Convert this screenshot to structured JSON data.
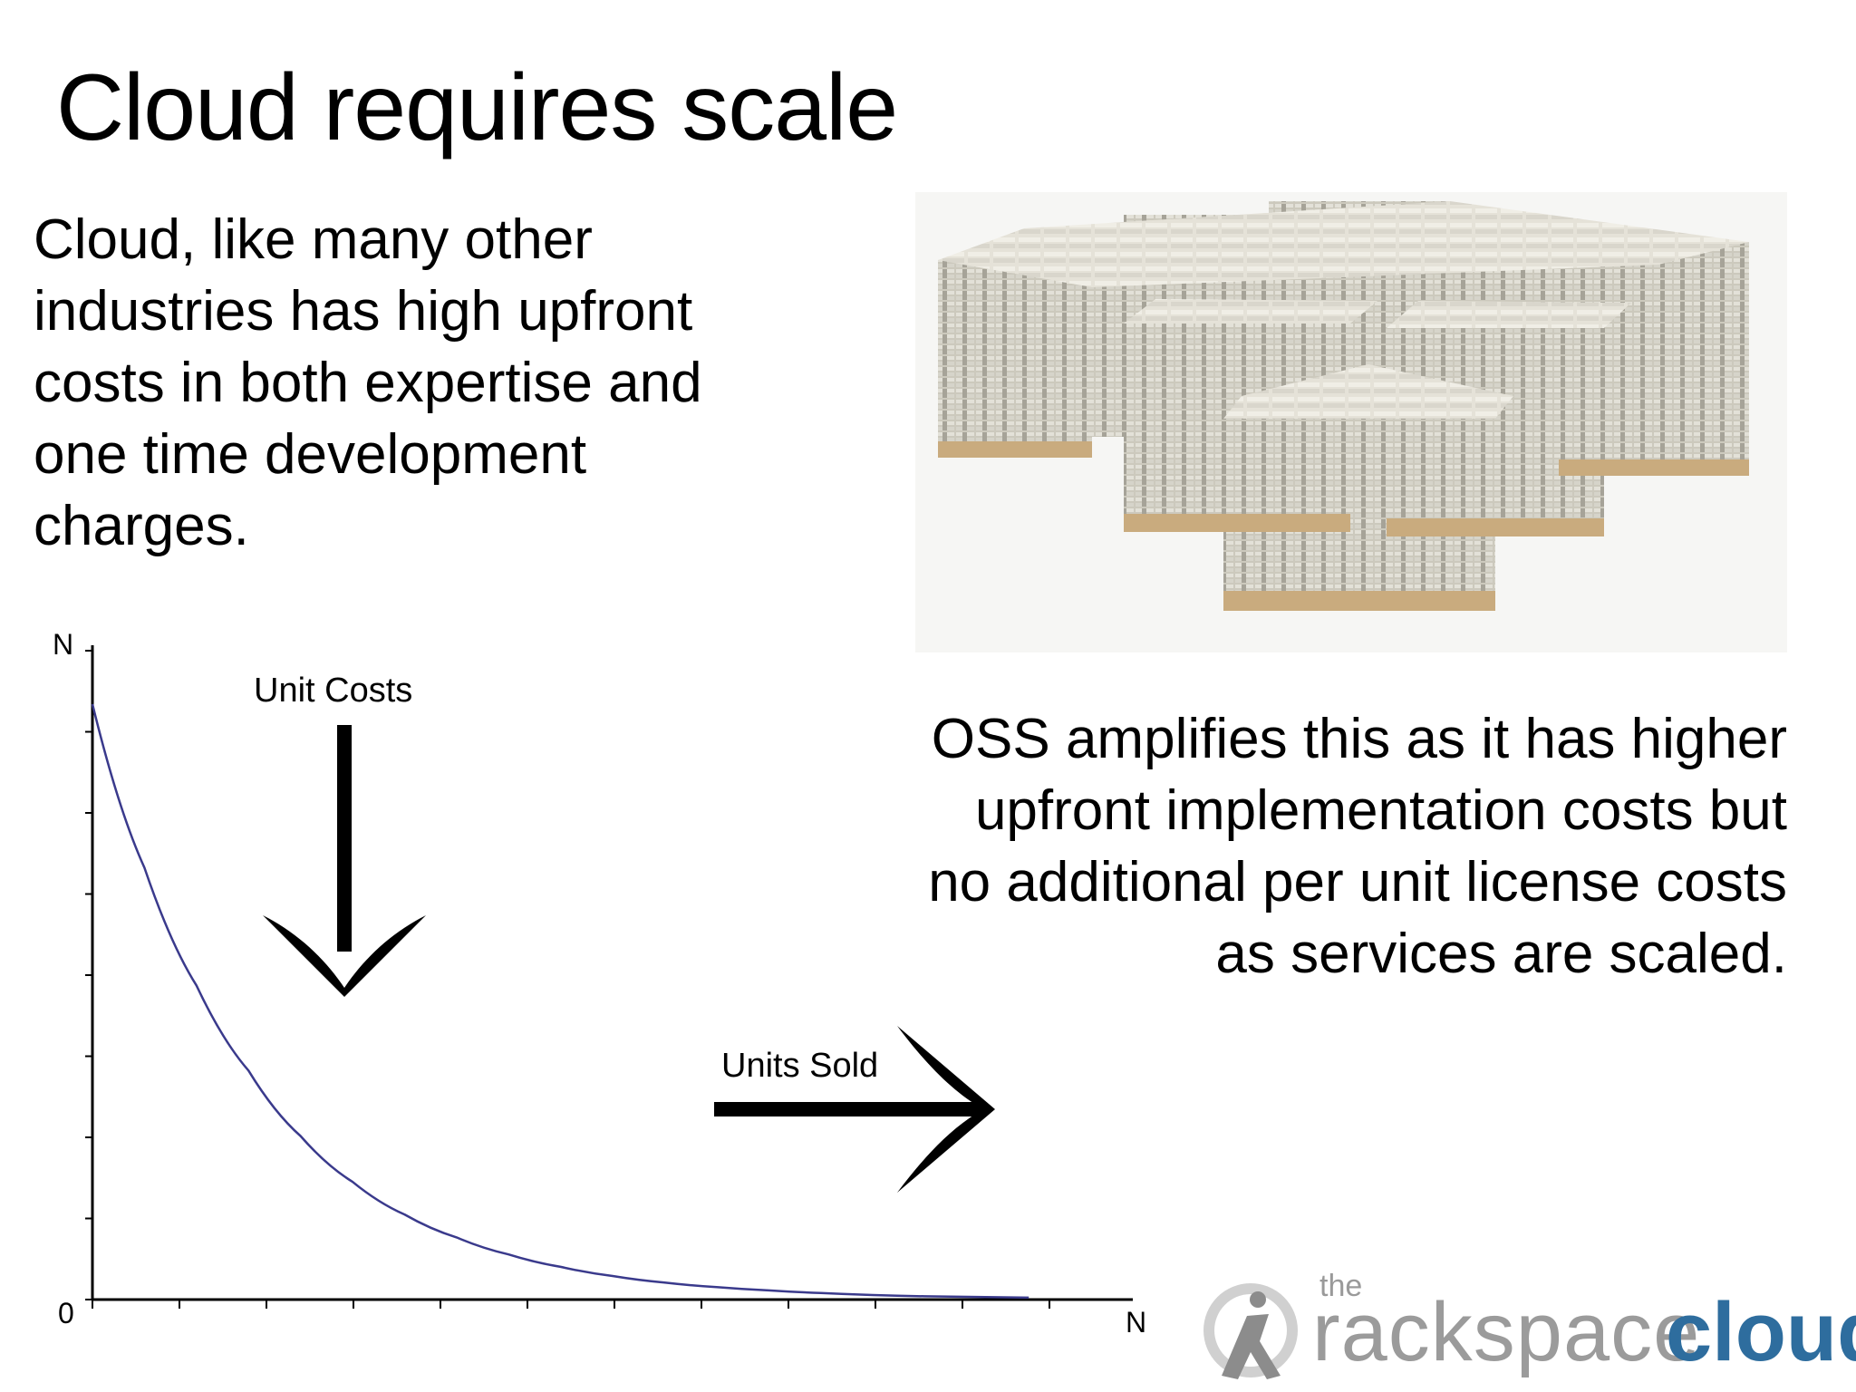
{
  "slide": {
    "title": "Cloud requires scale",
    "intro_lines": [
      "Cloud, like many other",
      "industries has high upfront",
      "costs in both expertise and",
      "one time development",
      "charges."
    ],
    "oss_lines": [
      "OSS amplifies this as it has higher",
      "upfront implementation costs but",
      "no additional per unit license costs",
      "as services are scaled."
    ]
  },
  "chart_data": {
    "type": "line",
    "x_axis": {
      "min_label": "0",
      "max_label": "N"
    },
    "y_axis": {
      "max_label": "N"
    },
    "annotations": {
      "unit_costs": "Unit Costs",
      "units_sold": "Units Sold"
    },
    "series": [
      {
        "x": [
          0,
          0.05,
          0.1,
          0.15,
          0.2,
          0.25,
          0.3,
          0.35,
          0.4,
          0.45,
          0.5,
          0.55,
          0.6,
          0.65,
          0.7,
          0.75,
          0.8,
          0.85,
          0.9
        ],
        "values": [
          0.91,
          0.66,
          0.48,
          0.35,
          0.25,
          0.18,
          0.13,
          0.095,
          0.069,
          0.05,
          0.036,
          0.026,
          0.019,
          0.014,
          0.01,
          0.007,
          0.005,
          0.004,
          0.003
        ]
      }
    ],
    "xlim": [
      0,
      1
    ],
    "ylim": [
      0,
      1
    ],
    "color": "#3a3a8c"
  },
  "logo": {
    "the": "the",
    "rackspace": "rackspace",
    "cloud": "cloud",
    "color_gray": "#9b9b9b",
    "color_blue": "#2e6d9e"
  },
  "image": {
    "icon": "money-pallets-photo"
  }
}
